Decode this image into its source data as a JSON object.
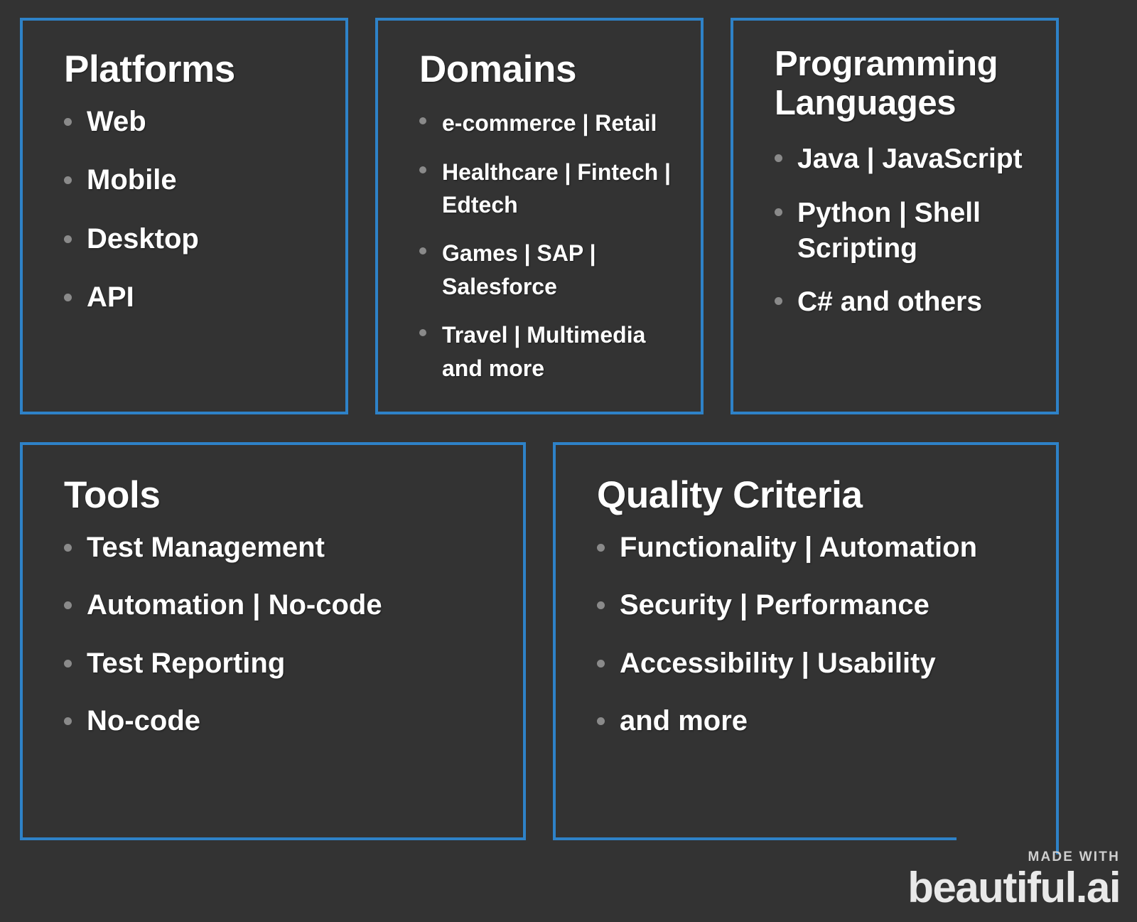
{
  "theme": {
    "background": "#333333",
    "card_border": "#2e82c8",
    "text": "#ffffff",
    "bullet_dot": "#8a8a8a",
    "logo_text": "#e9e9e9"
  },
  "cards": [
    {
      "id": "platforms",
      "title": "Platforms",
      "bullets": [
        "Web",
        "Mobile",
        "Desktop",
        "API"
      ]
    },
    {
      "id": "domains",
      "title": "Domains",
      "bullets": [
        "e-commerce | Retail",
        "Healthcare | Fintech | Edtech",
        "Games | SAP | Salesforce",
        "Travel | Multimedia and more"
      ]
    },
    {
      "id": "languages",
      "title": "Programming Languages",
      "bullets": [
        "Java | JavaScript",
        "Python | Shell Scripting",
        "C# and others"
      ]
    },
    {
      "id": "tools",
      "title": "Tools",
      "bullets": [
        "Test Management",
        "Automation | No-code",
        "Test Reporting",
        "No-code"
      ]
    },
    {
      "id": "quality",
      "title": "Quality Criteria",
      "bullets": [
        "Functionality | Automation",
        "Security | Performance",
        "Accessibility | Usability",
        "and more"
      ]
    }
  ],
  "logo": {
    "made_with": "MADE WITH",
    "brand": "beautiful.ai"
  }
}
